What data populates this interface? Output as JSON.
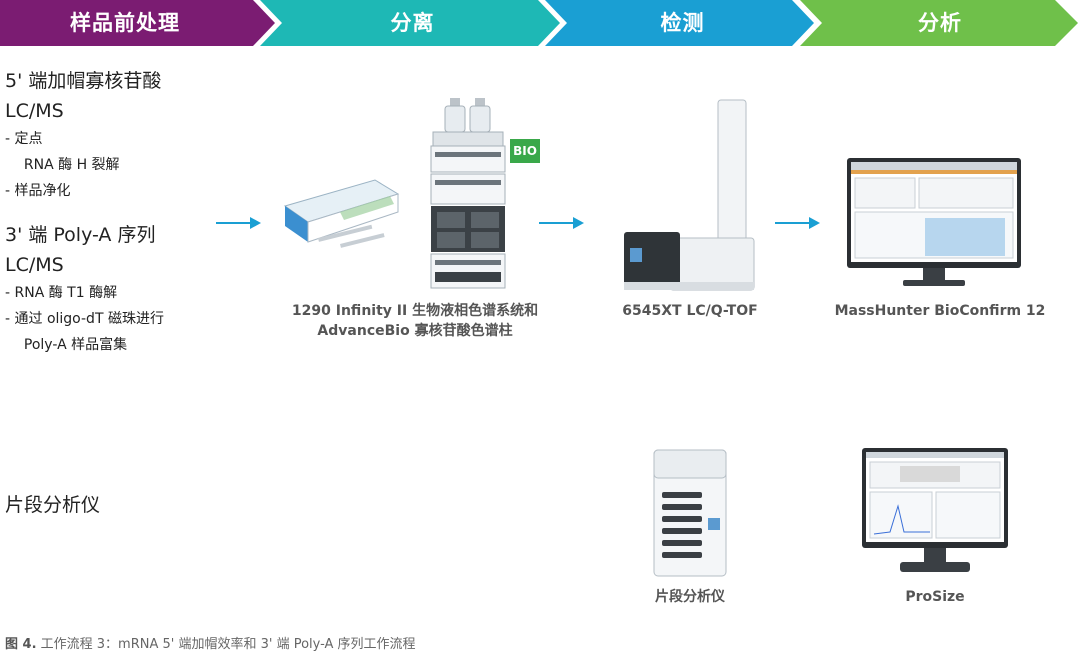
{
  "stages": [
    {
      "label": "样品前处理",
      "color": "#7b1c72"
    },
    {
      "label": "分离",
      "color": "#1eb8b5"
    },
    {
      "label": "检测",
      "color": "#1a9fd3"
    },
    {
      "label": "分析",
      "color": "#6fc04a"
    }
  ],
  "workflow1": {
    "title_lines": [
      "5' 端加帽寡核苷酸",
      "LC/MS"
    ],
    "steps": [
      "- 定点",
      "  RNA 酶 H 裂解",
      "- 样品净化"
    ]
  },
  "workflow2": {
    "title_lines": [
      "3' 端 Poly-A 序列",
      "LC/MS"
    ],
    "steps": [
      "- RNA 酶 T1 酶解",
      "- 通过 oligo-dT 磁珠进行",
      "  Poly-A 样品富集"
    ]
  },
  "workflow3": {
    "title": "片段分析仪"
  },
  "instruments": {
    "separation_caption": [
      "1290 Infinity II 生物液相色谱系统和",
      "AdvanceBio 寡核苷酸色谱柱"
    ],
    "bio_badge": "BIO",
    "detection_caption": "6545XT LC/Q-TOF",
    "analysis_caption": "MassHunter BioConfirm 12",
    "fragment_caption": "片段分析仪",
    "prosize_caption": "ProSize"
  },
  "figure": {
    "number": "图 4.",
    "text": "工作流程 3：mRNA 5' 端加帽效率和 3' 端 Poly-A 序列工作流程"
  },
  "colors": {
    "arrow": "#1a9fd3",
    "badge": "#3aa84a"
  }
}
